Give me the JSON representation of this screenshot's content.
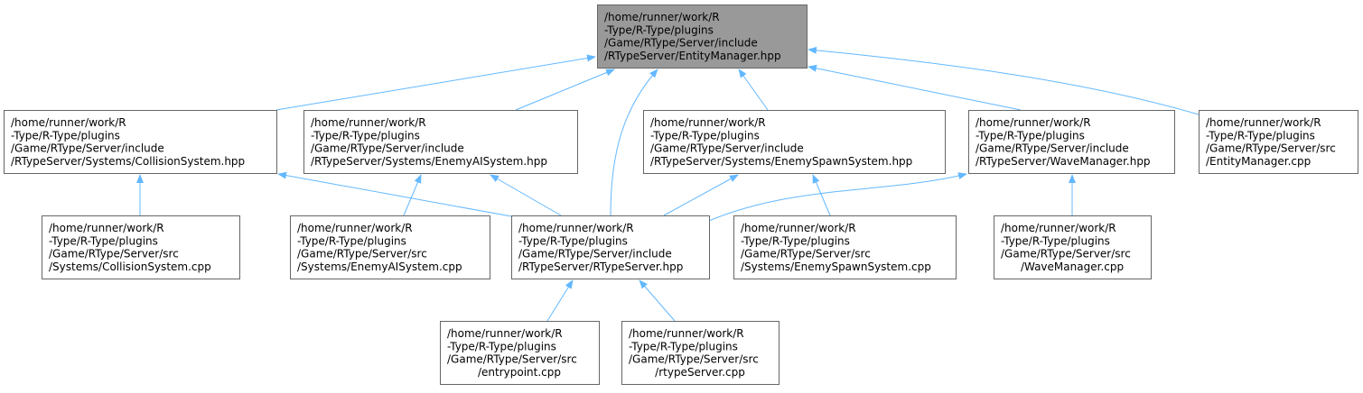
{
  "colors": {
    "edge": "#63b8ff",
    "root_fill": "#999999",
    "node_fill": "#ffffff",
    "node_border": "#666666"
  },
  "nodes": [
    {
      "id": "root",
      "lines": [
        "/home/runner/work/R",
        "-Type/R-Type/plugins",
        "/Game/RType/Server/include",
        "/RTypeServer/EntityManager.hpp"
      ],
      "highlight": true
    },
    {
      "id": "collision_hpp",
      "lines": [
        "/home/runner/work/R",
        "-Type/R-Type/plugins",
        "/Game/RType/Server/include",
        "/RTypeServer/Systems/CollisionSystem.hpp"
      ]
    },
    {
      "id": "enemyai_hpp",
      "lines": [
        "/home/runner/work/R",
        "-Type/R-Type/plugins",
        "/Game/RType/Server/include",
        "/RTypeServer/Systems/EnemyAISystem.hpp"
      ]
    },
    {
      "id": "enemyspawn_hpp",
      "lines": [
        "/home/runner/work/R",
        "-Type/R-Type/plugins",
        "/Game/RType/Server/include",
        "/RTypeServer/Systems/EnemySpawnSystem.hpp"
      ]
    },
    {
      "id": "wavemanager_hpp",
      "lines": [
        "/home/runner/work/R",
        "-Type/R-Type/plugins",
        "/Game/RType/Server/include",
        "/RTypeServer/WaveManager.hpp"
      ]
    },
    {
      "id": "entitymanager_cpp",
      "lines": [
        "/home/runner/work/R",
        "-Type/R-Type/plugins",
        "/Game/RType/Server/src",
        "/EntityManager.cpp"
      ]
    },
    {
      "id": "collision_cpp",
      "lines": [
        "/home/runner/work/R",
        "-Type/R-Type/plugins",
        "/Game/RType/Server/src",
        "/Systems/CollisionSystem.cpp"
      ]
    },
    {
      "id": "enemyai_cpp",
      "lines": [
        "/home/runner/work/R",
        "-Type/R-Type/plugins",
        "/Game/RType/Server/src",
        "/Systems/EnemyAISystem.cpp"
      ]
    },
    {
      "id": "rtypeserver_hpp",
      "lines": [
        "/home/runner/work/R",
        "-Type/R-Type/plugins",
        "/Game/RType/Server/include",
        "/RTypeServer/RTypeServer.hpp"
      ]
    },
    {
      "id": "enemyspawn_cpp",
      "lines": [
        "/home/runner/work/R",
        "-Type/R-Type/plugins",
        "/Game/RType/Server/src",
        "/Systems/EnemySpawnSystem.cpp"
      ]
    },
    {
      "id": "wavemanager_cpp",
      "lines": [
        "/home/runner/work/R",
        "-Type/R-Type/plugins",
        "/Game/RType/Server/src",
        "/WaveManager.cpp"
      ]
    },
    {
      "id": "entrypoint_cpp",
      "lines": [
        "/home/runner/work/R",
        "-Type/R-Type/plugins",
        "/Game/RType/Server/src",
        "/entrypoint.cpp"
      ]
    },
    {
      "id": "rtypeserver_cpp",
      "lines": [
        "/home/runner/work/R",
        "-Type/R-Type/plugins",
        "/Game/RType/Server/src",
        "/rtypeServer.cpp"
      ]
    }
  ],
  "edges": [
    {
      "from": "collision_hpp",
      "to": "root"
    },
    {
      "from": "enemyai_hpp",
      "to": "root"
    },
    {
      "from": "rtypeserver_hpp",
      "to": "root"
    },
    {
      "from": "enemyspawn_hpp",
      "to": "root"
    },
    {
      "from": "wavemanager_hpp",
      "to": "root"
    },
    {
      "from": "entitymanager_cpp",
      "to": "root"
    },
    {
      "from": "collision_cpp",
      "to": "collision_hpp"
    },
    {
      "from": "rtypeserver_hpp",
      "to": "collision_hpp"
    },
    {
      "from": "enemyai_cpp",
      "to": "enemyai_hpp"
    },
    {
      "from": "rtypeserver_hpp",
      "to": "enemyai_hpp"
    },
    {
      "from": "rtypeserver_hpp",
      "to": "enemyspawn_hpp"
    },
    {
      "from": "enemyspawn_cpp",
      "to": "enemyspawn_hpp"
    },
    {
      "from": "rtypeserver_hpp",
      "to": "wavemanager_hpp"
    },
    {
      "from": "wavemanager_cpp",
      "to": "wavemanager_hpp"
    },
    {
      "from": "entrypoint_cpp",
      "to": "rtypeserver_hpp"
    },
    {
      "from": "rtypeserver_cpp",
      "to": "rtypeserver_hpp"
    }
  ]
}
